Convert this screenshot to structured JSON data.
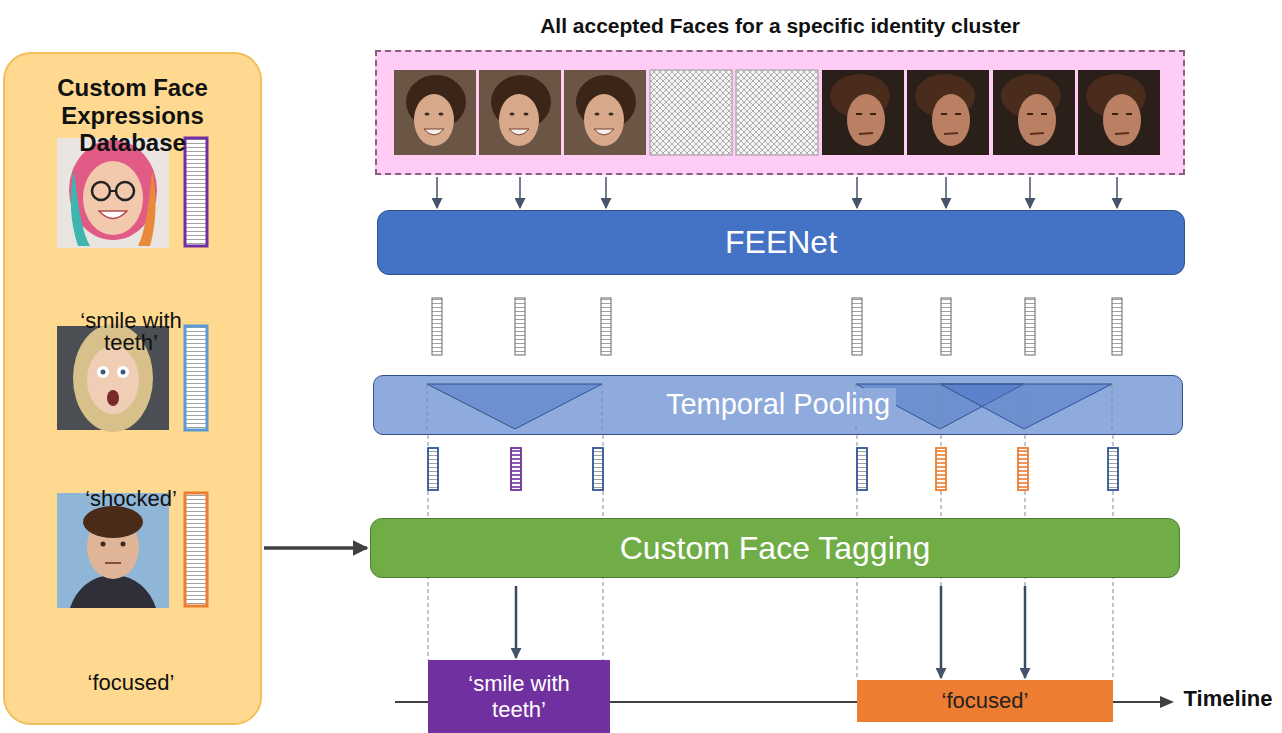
{
  "diagram": {
    "nodes": [
      {
        "text": [
          "Custom Face Expressions Database"
        ]
      },
      {
        "text": [
          "All accepted Faces for a specific identity cluster"
        ]
      },
      {
        "text": [
          "FEENet"
        ]
      },
      {
        "text": [
          "Temporal Pooling"
        ]
      },
      {
        "text": [
          "Custom Face Tagging"
        ]
      },
      {
        "text": [
          "‘smile with teeth’"
        ]
      },
      {
        "text": [
          "‘focused’"
        ]
      }
    ],
    "edges": [
      {
        "from": 1,
        "to": 2,
        "arrow": "to"
      },
      {
        "from": 0,
        "to": 4,
        "arrow": "to"
      },
      {
        "from": 4,
        "to": 5,
        "arrow": "to"
      },
      {
        "from": 4,
        "to": 6,
        "arrow": "to"
      },
      {
        "from": 4,
        "to": 6,
        "arrow": "to"
      }
    ],
    "labels": [
      "‘smile with teeth’",
      "‘shocked’",
      "‘focused’",
      "Timeline"
    ]
  }
}
